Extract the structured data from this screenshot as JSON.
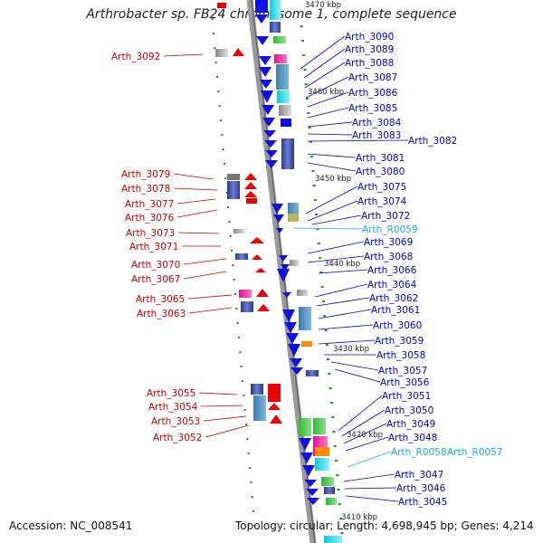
{
  "title": "Arthrobacter sp. FB24 chromosome 1, complete sequence",
  "footer": {
    "accession": "Accession: NC_008541",
    "summary": "Topology: circular; Length: 4,698,945 bp; Genes: 4,214"
  },
  "scale_labels": [
    "3470 kbp",
    "3460 kbp",
    "3450 kbp",
    "3440 kbp",
    "3430 kbp",
    "3420 kbp",
    "3410 kbp"
  ],
  "colors": {
    "left_label": "#cc0000",
    "right_label": "#0000cc",
    "rna_label": "#1ab0d8",
    "minus_strand_gene": "#ee0000",
    "plus_strand_gene": "#1010e0",
    "backbone": "#8c8c8c",
    "tick": "#2a8a2a"
  },
  "left_labels": [
    "Arth_3092",
    "Arth_3079",
    "Arth_3078",
    "Arth_3077",
    "Arth_3076",
    "Arth_3073",
    "Arth_3071",
    "Arth_3070",
    "Arth_3067",
    "Arth_3065",
    "Arth_3063",
    "Arth_3055",
    "Arth_3054",
    "Arth_3053",
    "Arth_3052"
  ],
  "right_labels": [
    "Arth_3090",
    "Arth_3089",
    "Arth_3088",
    "Arth_3087",
    "Arth_3086",
    "Arth_3085",
    "Arth_3084",
    "Arth_3083",
    "Arth_3082",
    "Arth_3081",
    "Arth_3080",
    "Arth_3075",
    "Arth_3074",
    "Arth_3072",
    "Arth_R0059",
    "Arth_3069",
    "Arth_3068",
    "Arth_3066",
    "Arth_3064",
    "Arth_3062",
    "Arth_3061",
    "Arth_3060",
    "Arth_3059",
    "Arth_3058",
    "Arth_3057",
    "Arth_3056",
    "Arth_3051",
    "Arth_3050",
    "Arth_3049",
    "Arth_3048",
    "Arth_R0058",
    "Arth_R0057",
    "Arth_3047",
    "Arth_3046",
    "Arth_3045"
  ]
}
